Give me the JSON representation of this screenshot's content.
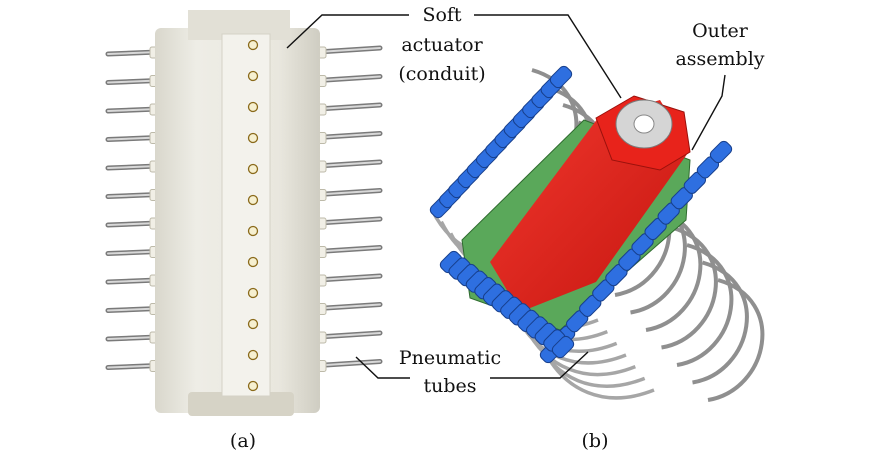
{
  "labels": {
    "soft_actuator_line1": "Soft",
    "soft_actuator_line2": "actuator",
    "soft_actuator_line3": "(conduit)",
    "outer_assembly_line1": "Outer",
    "outer_assembly_line2": "assembly",
    "pneumatic_tubes_line1": "Pneumatic",
    "pneumatic_tubes_line2": "tubes"
  },
  "captions": {
    "left": "(a)",
    "right": "(b)"
  },
  "colors": {
    "silicone_body": "#e8e6dc",
    "actuator_red": "#e8231b",
    "frame_green": "#5aa85a",
    "connector_blue": "#2e6fe0",
    "tube_gray": "#c9c9c9"
  }
}
